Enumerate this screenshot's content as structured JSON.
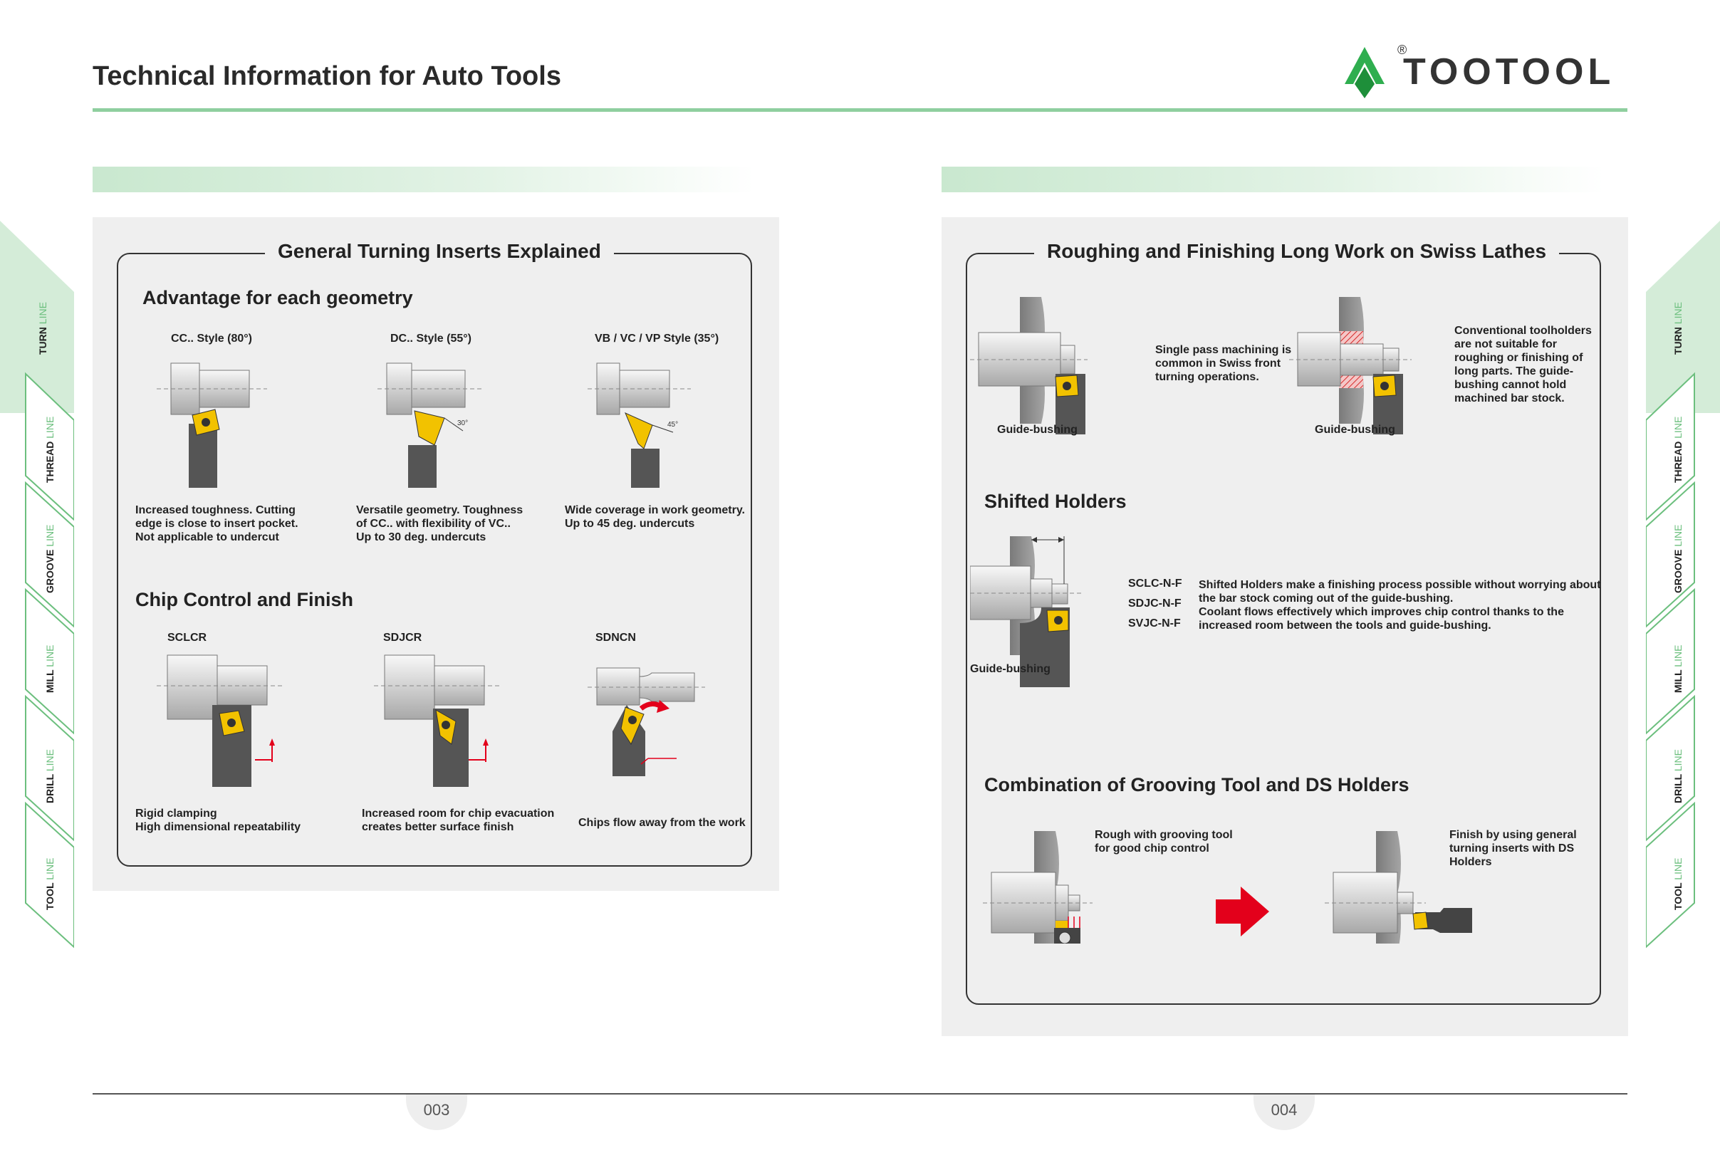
{
  "header": {
    "title": "Technical Information for Auto Tools",
    "logo_text": "TOOTOOL",
    "logo_mark": "®"
  },
  "colors": {
    "accent": "#8fcf9f",
    "insert": "#f2c200",
    "arrow": "#e3001b",
    "holder": "#555555"
  },
  "side_tabs": [
    {
      "main": "TURN",
      "sub": "LINE"
    },
    {
      "main": "THREAD",
      "sub": "LINE"
    },
    {
      "main": "GROOVE",
      "sub": "LINE"
    },
    {
      "main": "MILL",
      "sub": "LINE"
    },
    {
      "main": "DRILL",
      "sub": "LINE"
    },
    {
      "main": "TOOL",
      "sub": "LINE"
    }
  ],
  "left": {
    "card_title": "General Turning Inserts Explained",
    "section1": "Advantage for each geometry",
    "geometries": [
      {
        "label": "CC.. Style (80°)",
        "desc": [
          "Increased toughness. Cutting",
          "edge is close to insert pocket.",
          "Not applicable to undercut"
        ]
      },
      {
        "label": "DC.. Style (55°)",
        "angle": "30°",
        "desc": [
          "Versatile geometry. Toughness",
          "of CC.. with flexibility of VC..",
          "Up to 30 deg. undercuts"
        ]
      },
      {
        "label": "VB / VC / VP Style (35°)",
        "angle": "45°",
        "desc": [
          "Wide coverage in work geometry.",
          "Up to 45 deg. undercuts"
        ]
      }
    ],
    "section2": "Chip Control and Finish",
    "chip": [
      {
        "label": "SCLCR",
        "desc": [
          "Rigid clamping",
          "High dimensional repeatability"
        ]
      },
      {
        "label": "SDJCR",
        "desc": [
          "Increased room for chip evacuation",
          "creates better surface finish"
        ]
      },
      {
        "label": "SDNCN",
        "desc": [
          "Chips flow away from the work"
        ]
      }
    ],
    "page_number": "003"
  },
  "right": {
    "card_title": "Roughing and Finishing Long Work on Swiss Lathes",
    "guide": "Guide-bushing",
    "single_desc": [
      "Single pass machining is",
      "common in Swiss front",
      "turning operations."
    ],
    "conv_desc": [
      "Conventional toolholders",
      "are not suitable for",
      "roughing or finishing of",
      "long parts. The guide-",
      "bushing cannot hold",
      "machined bar stock."
    ],
    "section_shift": "Shifted Holders",
    "codes": [
      "SCLC-N-F",
      "SDJC-N-F",
      "SVJC-N-F"
    ],
    "shift_desc": [
      "Shifted Holders make a finishing process possible without worrying about",
      "the bar stock coming out of the guide-bushing.",
      "Coolant flows effectively which improves chip control thanks to the",
      "increased room between the tools and guide-bushing."
    ],
    "section_combo": "Combination of Grooving Tool and DS Holders",
    "rough_desc": [
      "Rough with grooving tool",
      "for good chip control"
    ],
    "finish_desc": [
      "Finish by using general",
      "turning inserts with DS",
      "Holders"
    ],
    "page_number": "004"
  }
}
